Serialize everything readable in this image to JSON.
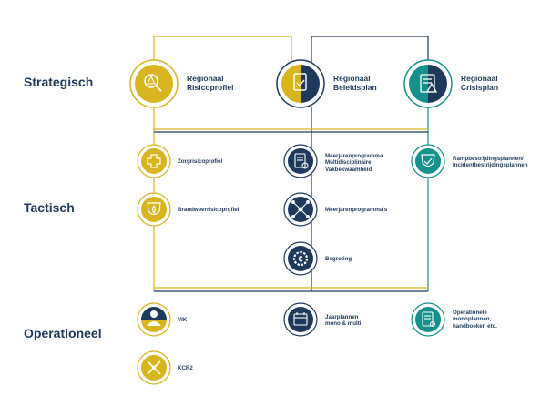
{
  "colors": {
    "gold": "#d8b41e",
    "navy": "#1d3a5c",
    "teal": "#14918c",
    "white": "#ffffff"
  },
  "tiers": {
    "strategic": "Strategisch",
    "tactical": "Tactisch",
    "operational": "Operationeel"
  },
  "nodes": {
    "regionaal_risicoprofiel": {
      "line1": "Regionaal",
      "line2": "Risicoprofiel",
      "icon": "magnifier-warning-icon"
    },
    "regionaal_beleidsplan": {
      "line1": "Regionaal",
      "line2": "Beleidsplan",
      "icon": "document-check-icon"
    },
    "regionaal_crisisplan": {
      "line1": "Regionaal",
      "line2": "Crisisplan",
      "icon": "clipboard-warning-icon"
    },
    "zorgrisicoprofiel": {
      "line1": "Zorgrisicoprofiel",
      "icon": "medical-cross-icon"
    },
    "brandweerrisicoprofiel": {
      "line1": "Brandweerrisicoprofiel",
      "icon": "fire-shield-icon"
    },
    "meerjarenprogramma_multi": {
      "line1": "Meerjarenprogramma",
      "line2": "Multidisciplinaire",
      "line3": "Vakbekwaamheid",
      "icon": "document-list-icon"
    },
    "meerjarenprogrammas": {
      "line1": "Meerjarenprogramma's",
      "icon": "network-icon"
    },
    "begroting": {
      "line1": "Begroting",
      "icon": "euro-gear-icon"
    },
    "rampbestrijdingsplannen": {
      "line1": "Rampbestrijdingsplannen/",
      "line2": "Incidentbestrijdingsplannen",
      "icon": "shield-check-icon"
    },
    "vik": {
      "line1": "VIK",
      "icon": "person-icon"
    },
    "kcr2": {
      "line1": "KCR2",
      "icon": "cross-arrows-icon"
    },
    "jaarplannen": {
      "line1": "Jaarplannen",
      "line2": "mono & multi",
      "icon": "calendar-icon"
    },
    "operationele_plannen": {
      "line1": "Operationele",
      "line2": "monoplannen,",
      "line3": "handboeken etc.",
      "icon": "book-icon"
    }
  }
}
